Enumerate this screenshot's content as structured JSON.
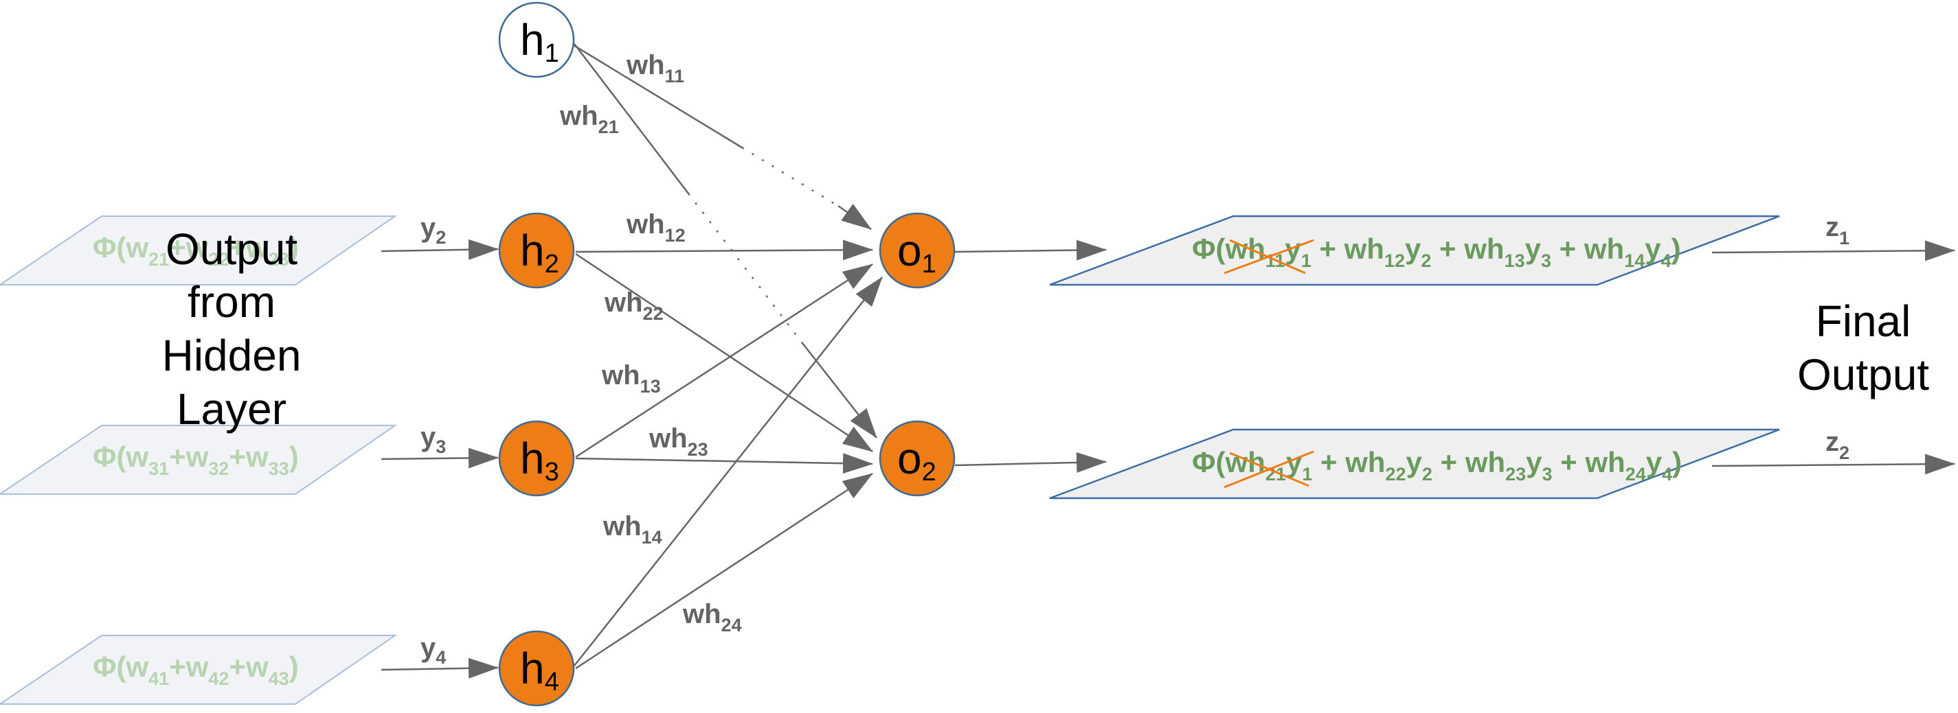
{
  "colors": {
    "hidden_fill": "#ed7d14",
    "hidden_stroke": "#3b6b99",
    "inactive_fill": "#ffffff",
    "arrow": "#666666",
    "label_grey": "#636363",
    "formula_green": "#6a9a5e",
    "formula_faded": "#b7d3b0",
    "strike_orange": "#ed7d14",
    "panel_fill": "#efefef",
    "panel_stroke": "#3d6ea8"
  },
  "left_label": {
    "lines": [
      "Output",
      "from",
      "Hidden",
      "Layer"
    ]
  },
  "right_label": {
    "lines": [
      "Final",
      "Output"
    ]
  },
  "hidden_nodes": [
    {
      "id": "h1",
      "base": "h",
      "sub": "1",
      "active": false
    },
    {
      "id": "h2",
      "base": "h",
      "sub": "2",
      "active": true
    },
    {
      "id": "h3",
      "base": "h",
      "sub": "3",
      "active": true
    },
    {
      "id": "h4",
      "base": "h",
      "sub": "4",
      "active": true
    }
  ],
  "output_nodes": [
    {
      "id": "o1",
      "base": "o",
      "sub": "1"
    },
    {
      "id": "o2",
      "base": "o",
      "sub": "2"
    }
  ],
  "input_formulas": [
    {
      "id": "f2",
      "parts": [
        [
          "Φ(w",
          ""
        ],
        [
          "21",
          ""
        ],
        [
          "+w",
          ""
        ],
        [
          "22",
          ""
        ],
        [
          "+w",
          ""
        ],
        [
          "23",
          ""
        ],
        [
          ")",
          ""
        ]
      ]
    },
    {
      "id": "f3",
      "text_base": [
        "Φ(w",
        "+w",
        "+w",
        ")"
      ],
      "subs": [
        "31",
        "32",
        "33"
      ]
    },
    {
      "id": "f4",
      "text_base": [
        "Φ(w",
        "+w",
        "+w",
        ")"
      ],
      "subs": [
        "41",
        "42",
        "43"
      ]
    }
  ],
  "f2": {
    "text_base": [
      "Φ(w",
      "+w",
      "+w",
      ")"
    ],
    "subs": [
      "21",
      "22",
      "23"
    ]
  },
  "y_labels": [
    {
      "base": "y",
      "sub": "2"
    },
    {
      "base": "y",
      "sub": "3"
    },
    {
      "base": "y",
      "sub": "4"
    }
  ],
  "weight_labels": {
    "wh11": {
      "base": "wh",
      "sub": "11"
    },
    "wh21": {
      "base": "wh",
      "sub": "21"
    },
    "wh12": {
      "base": "wh",
      "sub": "12"
    },
    "wh22": {
      "base": "wh",
      "sub": "22"
    },
    "wh13": {
      "base": "wh",
      "sub": "13"
    },
    "wh23": {
      "base": "wh",
      "sub": "23"
    },
    "wh14": {
      "base": "wh",
      "sub": "14"
    },
    "wh24": {
      "base": "wh",
      "sub": "24"
    }
  },
  "output_formulas": [
    {
      "id": "o1-formula",
      "segments": [
        {
          "t": "Φ(",
          "s": ""
        },
        {
          "t": "wh",
          "s": "11",
          "struck": true
        },
        {
          "t": "y",
          "s": "1",
          "struck": true
        },
        {
          "t": " + wh",
          "s": "12"
        },
        {
          "t": "y",
          "s": "2"
        },
        {
          "t": " + wh",
          "s": "13"
        },
        {
          "t": "y",
          "s": "3"
        },
        {
          "t": " + wh",
          "s": "14"
        },
        {
          "t": "y",
          "s": "4"
        },
        {
          "t": ")",
          "s": ""
        }
      ]
    },
    {
      "id": "o2-formula",
      "segments": [
        {
          "t": "Φ(",
          "s": ""
        },
        {
          "t": "wh",
          "s": "21",
          "struck": true
        },
        {
          "t": "y",
          "s": "1",
          "struck": true
        },
        {
          "t": " + wh",
          "s": "22"
        },
        {
          "t": "y",
          "s": "2"
        },
        {
          "t": " + wh",
          "s": "23"
        },
        {
          "t": "y",
          "s": "3"
        },
        {
          "t": " + wh",
          "s": "24"
        },
        {
          "t": "y",
          "s": "4"
        },
        {
          "t": ")",
          "s": ""
        }
      ]
    }
  ],
  "z_labels": [
    {
      "base": "z",
      "sub": "1"
    },
    {
      "base": "z",
      "sub": "2"
    }
  ]
}
